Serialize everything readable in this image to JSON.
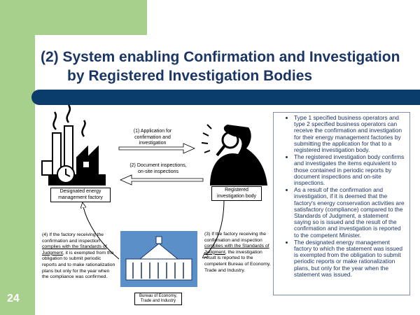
{
  "slide": {
    "title_line1": "(2) System enabling Confirmation and Investigation",
    "title_line2": "by Registered Investigation Bodies",
    "slide_number": "24"
  },
  "diagram": {
    "factory_label": "Designated energy management factory",
    "investigator_label": "Registered investigation body",
    "bureau_label_line1": "Bureau of Economy,",
    "bureau_label_line2": "Trade and Industry",
    "arrow1_label_line1": "(1) Application for",
    "arrow1_label_line2": "confirmation and",
    "arrow1_label_line3": "investigation",
    "arrow2_label_line1": "(2) Document inspections,",
    "arrow2_label_line2": "on-site inspections",
    "step3": {
      "part1": "(3) If the factory receiving the confirmation and inspection",
      "underlined": "complies with the Standards of Judgment",
      "part2": ", the investigation result is reported to the competent Bureau of Economy, Trade and Industry."
    },
    "step4": {
      "part1": "(4) If the factory receiving the confirmation and inspection",
      "underlined": "complies with the Standards of Judgment",
      "part2": ", it is exempted from the obligation to submit periodic reports and to make rationalization plans but only for the year when the compliance was confirmed."
    }
  },
  "bullets": [
    "Type 1 specified business operators and type 2 specified business operators can receive the confirmation and investigation for their energy management factories by submitting the application for that to a registered investigation body.",
    "The registered investigation body confirms and investigates the items equivalent to those contained in periodic reports by document inspections and on-site inspections.",
    "As a result of the confirmation and investigation, if it is deemed that the factory's energy conservation activities are satisfactory (compliance) compared to the Standards of Judgment, a statement saying so is issued and the result of the confirmation and investigation is reported to the competent Minister.",
    "The designated energy management factory to which the statement was issued is exempted from the obligation to submit periodic reports or make rationalization plans, but only for the year when the statement was issued."
  ],
  "colors": {
    "title": "#1b3564",
    "accent_green": "#a8d08d",
    "bar_blue": "#0b3d6b"
  }
}
